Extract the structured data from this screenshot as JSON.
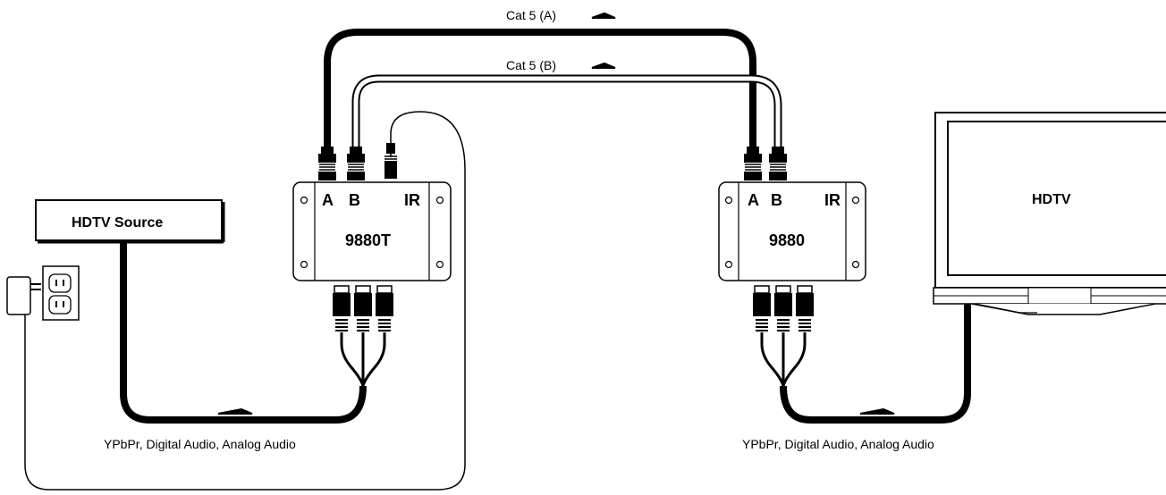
{
  "diagram": {
    "source_label": "HDTV Source",
    "transmitter": {
      "model": "9880T",
      "port_a": "A",
      "port_b": "B",
      "port_ir": "IR"
    },
    "receiver": {
      "model": "9880",
      "port_a": "A",
      "port_b": "B",
      "port_ir": "IR"
    },
    "display_label": "HDTV",
    "cable_a_label": "Cat 5 (A)",
    "cable_b_label": "Cat 5 (B)",
    "left_signal_label": "YPbPr, Digital Audio, Analog Audio",
    "right_signal_label": "YPbPr, Digital Audio, Analog Audio"
  }
}
